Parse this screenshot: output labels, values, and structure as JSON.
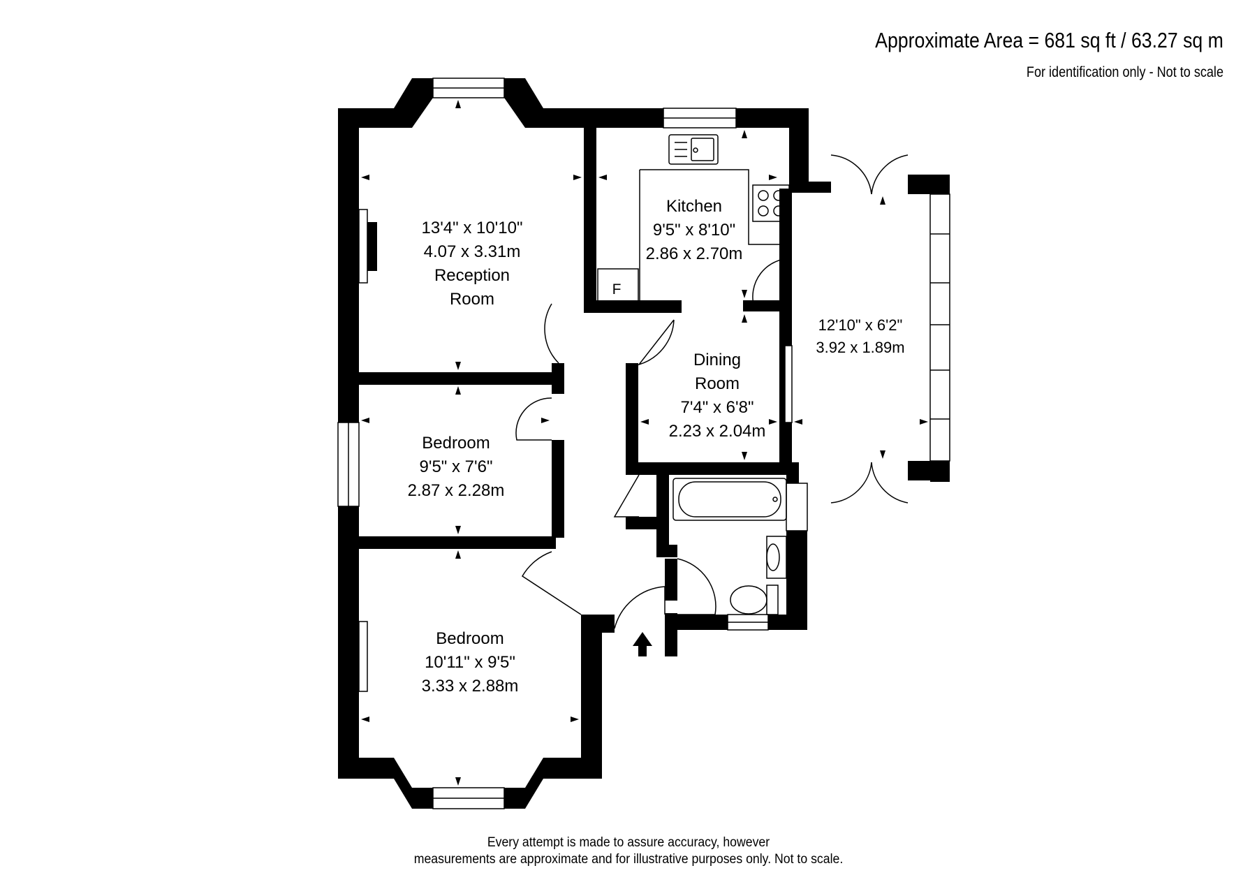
{
  "header": {
    "area": "Approximate Area = 681 sq ft / 63.27 sq m",
    "note": "For identification only - Not to scale"
  },
  "rooms": {
    "reception": {
      "dims_imperial": "13'4\" x 10'10\"",
      "dims_metric": "4.07 x 3.31m",
      "name_line1": "Reception",
      "name_line2": "Room"
    },
    "kitchen": {
      "name": "Kitchen",
      "dims_imperial": "9'5\" x 8'10\"",
      "dims_metric": "2.86 x 2.70m",
      "fridge": "F"
    },
    "conservatory": {
      "dims_imperial": "12'10\" x 6'2\"",
      "dims_metric": "3.92 x 1.89m"
    },
    "dining": {
      "name_line1": "Dining",
      "name_line2": "Room",
      "dims_imperial": "7'4\" x 6'8\"",
      "dims_metric": "2.23 x 2.04m"
    },
    "bedroom_small": {
      "name": "Bedroom",
      "dims_imperial": "9'5\" x 7'6\"",
      "dims_metric": "2.87 x 2.28m"
    },
    "bedroom_large": {
      "name": "Bedroom",
      "dims_imperial": "10'11\" x 9'5\"",
      "dims_metric": "3.33 x 2.88m"
    }
  },
  "footer": {
    "line1": "Every attempt is made to assure accuracy, however",
    "line2": "measurements are approximate and for illustrative purposes only. Not to scale."
  },
  "colors": {
    "wall": "#000000",
    "background": "#ffffff",
    "line": "#000000"
  }
}
